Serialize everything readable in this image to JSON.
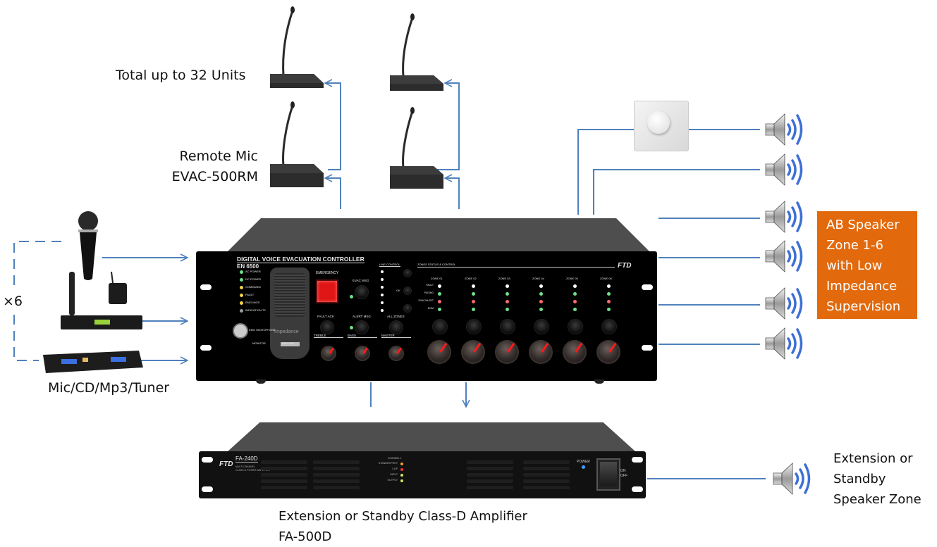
{
  "labels": {
    "remote_total": "Total up to 32 Units",
    "remote_mic_line1": "Remote Mic",
    "remote_mic_line2": "EVAC-500RM",
    "times_six": "×6",
    "sources": "Mic/CD/Mp3/Tuner",
    "zone_box": [
      "AB Speaker",
      "Zone 1-6",
      "with Low",
      "Impedance",
      "Supervision"
    ],
    "amp_line1": "Extension or Standby  Class-D Amplifier",
    "amp_line2": "FA-500D",
    "standby_zone": [
      "Extension or",
      "Standby",
      "Speaker Zone"
    ]
  },
  "controller": {
    "title": "DIGITAL VOICE EVACUATION CONTROLLER",
    "model": "EN 6500",
    "brand": "FTD",
    "status_leds": [
      {
        "label": "AC POWER",
        "color": "#6fe08a"
      },
      {
        "label": "DC POWER",
        "color": "#6fe08a"
      },
      {
        "label": "COMMUNIC",
        "color": "#f2d34a"
      },
      {
        "label": "FAULT",
        "color": "#f2d34a"
      },
      {
        "label": "EMG MICR",
        "color": "#f2d34a"
      },
      {
        "label": "INDICATION TE",
        "color": "#9a9a9a"
      }
    ],
    "mic_label": "Impedance",
    "emg_mic_label": "EMG MICROPHONE",
    "monitor_label": "MONITOR",
    "emg_mic_knob_label": "EMG MIC",
    "emergency_label": "EMERGENCY",
    "evac_msg_label": "EVAC MSG",
    "fault_ack_label": "FAULT ACK",
    "alert_msg_label": "ALERT MSG",
    "all_zones_label": "ALL ZONES",
    "line_control_label": "LINE CONTROL",
    "line_control_ok": "OK",
    "zones_header": "ZONES STATUS & CONTROL",
    "zone_row_labels": [
      "FAULT",
      "PAGING",
      "EVAC/ALERT",
      "BGM"
    ],
    "zone_led_colors": [
      "#ffffff",
      "#6fe08a",
      "#ff6b6b",
      "#6fe08a"
    ],
    "zones": [
      "ZONE 01",
      "ZONE 02",
      "ZONE 03",
      "ZONE 04",
      "ZONE 05",
      "ZONE 06"
    ],
    "tone_controls": [
      {
        "label": "TREBLE"
      },
      {
        "label": "BASS"
      },
      {
        "label": "MASTER"
      }
    ]
  },
  "amplifier": {
    "brand": "FTD",
    "model": "FA-240D",
    "subtitle_1": "MULTI CHANNEL",
    "subtitle_2": "CLASS-D POWER AMPLIFIER",
    "channel_header": "CHANNEL   1",
    "indicators": [
      {
        "label": "STANDBY/PROT",
        "color": "#f0a030"
      },
      {
        "label": "CLIP",
        "color": "#ff3030"
      },
      {
        "label": "INPUT",
        "color": "#c8e860"
      },
      {
        "label": "OUTPUT",
        "color": "#c8e860"
      }
    ],
    "power_label": "POWER",
    "switch_on": "ON",
    "switch_off": "OFF",
    "power_led_color": "#3aa0ff"
  },
  "colors": {
    "wire": "#4f81bd",
    "zone_box": "#e2690c"
  }
}
